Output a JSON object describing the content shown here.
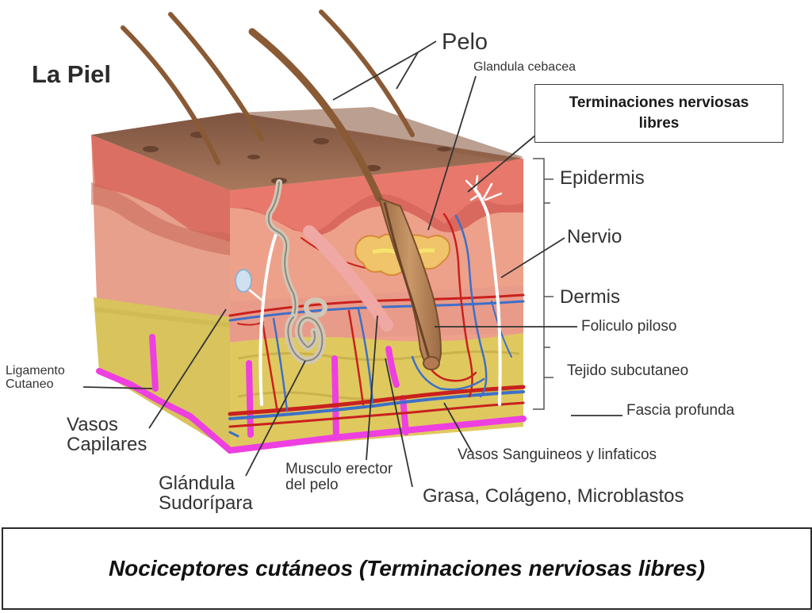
{
  "title": "La Piel",
  "labels": {
    "pelo": "Pelo",
    "glandula_cebacea": "Glandula cebacea",
    "epidermis": "Epidermis",
    "nervio": "Nervio",
    "dermis": "Dermis",
    "foliculo_piloso": "Foliculo piloso",
    "tejido_subcutaneo": "Tejido subcutaneo",
    "fascia_profunda": "Fascia profunda",
    "vasos_sanguineos": "Vasos Sanguineos y linfaticos",
    "grasa": "Grasa, Colágeno, Microblastos",
    "musculo_line1": "Musculo erector",
    "musculo_line2": "del pelo",
    "glandula_sudoripara_line1": "Glándula",
    "glandula_sudoripara_line2": "Sudorípara",
    "vasos_capilares_line1": "Vasos",
    "vasos_capilares_line2": "Capilares",
    "ligamento_line1": "Ligamento",
    "ligamento_line2": "Cutaneo"
  },
  "callout": {
    "line1": "Terminaciones  nerviosas",
    "line2": "libres"
  },
  "caption": "Nociceptores  cutáneos  (Terminaciones nerviosas libres)",
  "colors": {
    "skin_surface": "#9b6a50",
    "epidermis": "#e27a6a",
    "dermis": "#eda58c",
    "fat": "#d7c35c",
    "fascia": "#ee3fe0",
    "artery": "#c9211d",
    "vein": "#3f6fc8",
    "nerve": "#ffffff",
    "hair": "#8a5a35",
    "gland": "#f0e06a"
  }
}
